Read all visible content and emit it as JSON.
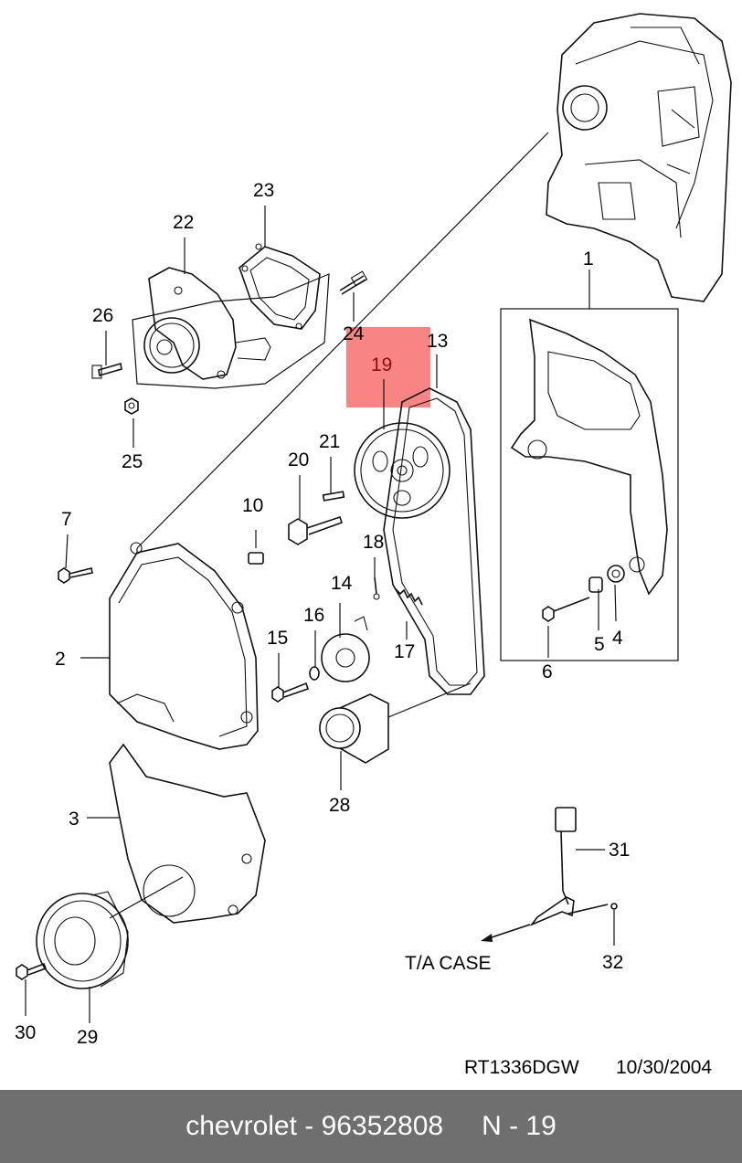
{
  "callouts": {
    "c1": "1",
    "c2": "2",
    "c3": "3",
    "c4": "4",
    "c5": "5",
    "c6": "6",
    "c7": "7",
    "c10": "10",
    "c13": "13",
    "c14": "14",
    "c15": "15",
    "c16": "16",
    "c17": "17",
    "c18": "18",
    "c19": "19",
    "c20": "20",
    "c21": "21",
    "c22": "22",
    "c23": "23",
    "c24": "24",
    "c25": "25",
    "c26": "26",
    "c28": "28",
    "c29": "29",
    "c30": "30",
    "c31": "31",
    "c32": "32"
  },
  "highlight": {
    "callout": "19",
    "color": "#f98484"
  },
  "direction_note": "T/A CASE",
  "drawing_code": "RT1336DGW",
  "drawing_date": "10/30/2004",
  "footer": {
    "brand_part": "chevrolet - 96352808",
    "ref": "N - 19",
    "background": "#6f6f6f"
  }
}
